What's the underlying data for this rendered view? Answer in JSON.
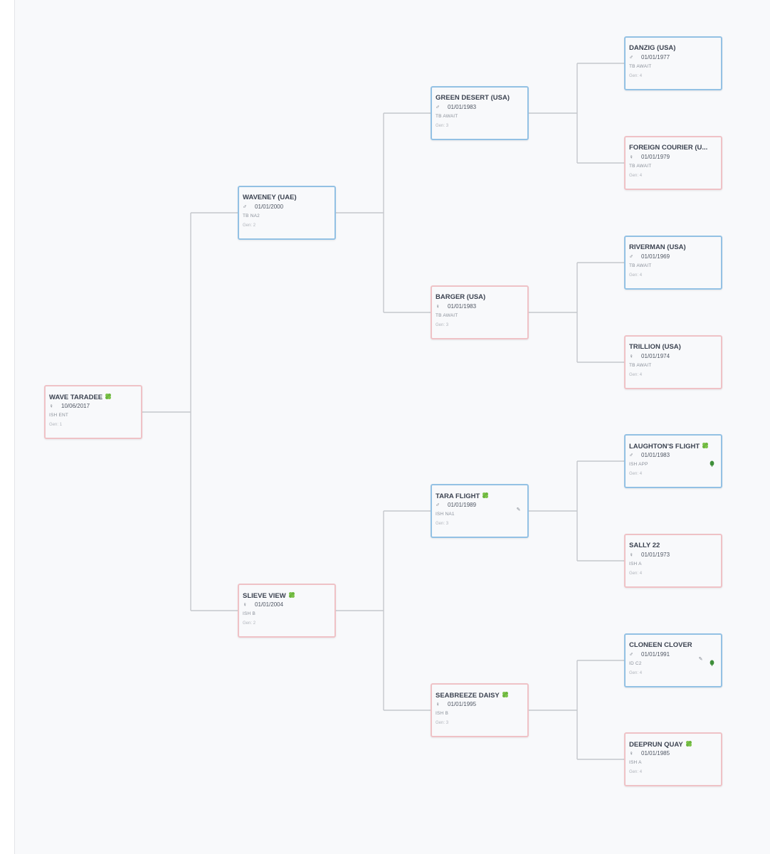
{
  "pedigree": {
    "gen_label_prefix": "Gen: ",
    "nodes": [
      {
        "id": "n1",
        "name": "WAVE TARADEE",
        "sex": "female",
        "dob": "10/06/2017",
        "breed": "ISH ENT",
        "gen": 1,
        "clover": true,
        "pen": false,
        "leaf": false
      },
      {
        "id": "n2",
        "name": "WAVENEY (UAE)",
        "sex": "male",
        "dob": "01/01/2000",
        "breed": "TB NA2",
        "gen": 2,
        "clover": false,
        "pen": false,
        "leaf": false
      },
      {
        "id": "n3",
        "name": "SLIEVE VIEW",
        "sex": "female",
        "dob": "01/01/2004",
        "breed": "ISH B",
        "gen": 2,
        "clover": true,
        "pen": false,
        "leaf": false
      },
      {
        "id": "n4",
        "name": "GREEN DESERT (USA)",
        "sex": "male",
        "dob": "01/01/1983",
        "breed": "TB AWAIT",
        "gen": 3,
        "clover": false,
        "pen": false,
        "leaf": false
      },
      {
        "id": "n5",
        "name": "BARGER (USA)",
        "sex": "female",
        "dob": "01/01/1983",
        "breed": "TB AWAIT",
        "gen": 3,
        "clover": false,
        "pen": false,
        "leaf": false
      },
      {
        "id": "n6",
        "name": "TARA FLIGHT",
        "sex": "male",
        "dob": "01/01/1989",
        "breed": "ISH NA1",
        "gen": 3,
        "clover": true,
        "pen": true,
        "leaf": false
      },
      {
        "id": "n7",
        "name": "SEABREEZE DAISY",
        "sex": "female",
        "dob": "01/01/1995",
        "breed": "ISH B",
        "gen": 3,
        "clover": true,
        "pen": false,
        "leaf": false
      },
      {
        "id": "n8",
        "name": "DANZIG (USA)",
        "sex": "male",
        "dob": "01/01/1977",
        "breed": "TB AWAIT",
        "gen": 4,
        "clover": false,
        "pen": false,
        "leaf": false
      },
      {
        "id": "n9",
        "name": "FOREIGN COURIER (U...",
        "sex": "female",
        "dob": "01/01/1979",
        "breed": "TB AWAIT",
        "gen": 4,
        "clover": false,
        "pen": false,
        "leaf": false
      },
      {
        "id": "n10",
        "name": "RIVERMAN (USA)",
        "sex": "male",
        "dob": "01/01/1969",
        "breed": "TB AWAIT",
        "gen": 4,
        "clover": false,
        "pen": false,
        "leaf": false
      },
      {
        "id": "n11",
        "name": "TRILLION (USA)",
        "sex": "female",
        "dob": "01/01/1974",
        "breed": "TB AWAIT",
        "gen": 4,
        "clover": false,
        "pen": false,
        "leaf": false
      },
      {
        "id": "n12",
        "name": "LAUGHTON'S FLIGHT",
        "sex": "male",
        "dob": "01/01/1983",
        "breed": "ISH APP",
        "gen": 4,
        "clover": true,
        "pen": false,
        "leaf": true
      },
      {
        "id": "n13",
        "name": "SALLY 22",
        "sex": "female",
        "dob": "01/01/1973",
        "breed": "ISH A",
        "gen": 4,
        "clover": false,
        "pen": false,
        "leaf": false
      },
      {
        "id": "n14",
        "name": "CLONEEN CLOVER",
        "sex": "male",
        "dob": "01/01/1991",
        "breed": "ID C2",
        "gen": 4,
        "clover": false,
        "pen": true,
        "leaf": true
      },
      {
        "id": "n15",
        "name": "DEEPRUN QUAY",
        "sex": "female",
        "dob": "01/01/1985",
        "breed": "ISH A",
        "gen": 4,
        "clover": true,
        "pen": false,
        "leaf": false
      }
    ]
  }
}
